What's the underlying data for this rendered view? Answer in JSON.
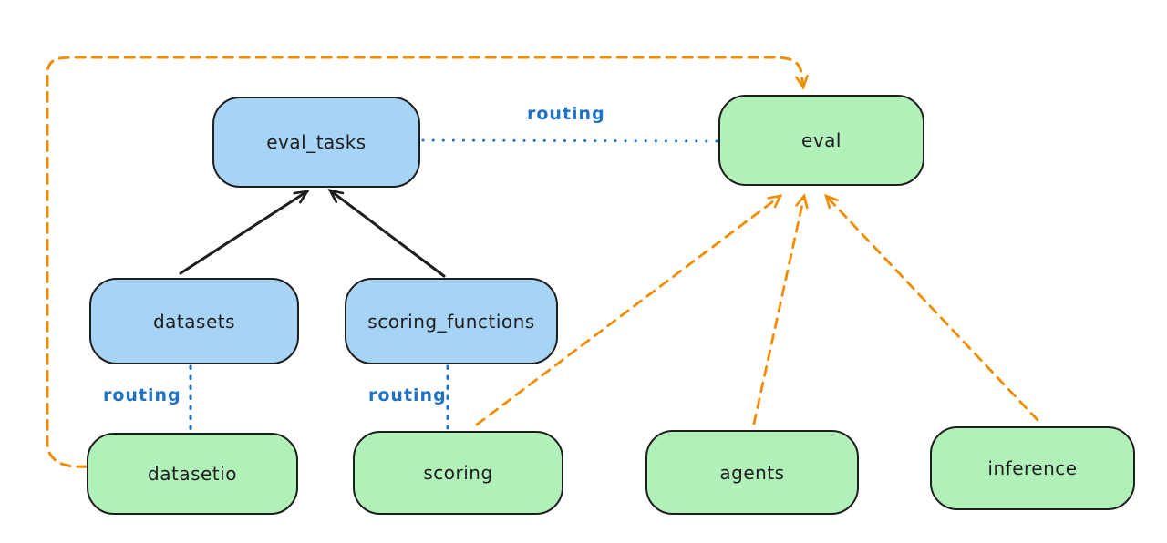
{
  "diagram": {
    "background": "#ffffff",
    "colors": {
      "node_border": "#1e1e1e",
      "blue_node_fill": "#a7d3f5",
      "green_node_fill": "#b2f0ba",
      "routing_line_blue": "#1f72c5",
      "provider_arrow_orange": "#f08c00",
      "dependency_arrow_black": "#1e1e1e"
    },
    "nodes": [
      {
        "id": "eval_tasks",
        "label": "eval_tasks",
        "color": "blue"
      },
      {
        "id": "eval",
        "label": "eval",
        "color": "green"
      },
      {
        "id": "datasets",
        "label": "datasets",
        "color": "blue"
      },
      {
        "id": "scoring_functions",
        "label": "scoring_functions",
        "color": "blue"
      },
      {
        "id": "datasetio",
        "label": "datasetio",
        "color": "green"
      },
      {
        "id": "scoring",
        "label": "scoring",
        "color": "green"
      },
      {
        "id": "agents",
        "label": "agents",
        "color": "green"
      },
      {
        "id": "inference",
        "label": "inference",
        "color": "green"
      }
    ],
    "edges": [
      {
        "from": "datasets",
        "to": "eval_tasks",
        "style": "solid",
        "color": "black",
        "arrow": true
      },
      {
        "from": "scoring_functions",
        "to": "eval_tasks",
        "style": "solid",
        "color": "black",
        "arrow": true
      },
      {
        "from": "eval_tasks",
        "to": "eval",
        "style": "dotted",
        "color": "blue",
        "arrow": false,
        "label": "routing"
      },
      {
        "from": "datasets",
        "to": "datasetio",
        "style": "dotted",
        "color": "blue",
        "arrow": false,
        "label": "routing"
      },
      {
        "from": "scoring_functions",
        "to": "scoring",
        "style": "dotted",
        "color": "blue",
        "arrow": false,
        "label": "routing"
      },
      {
        "from": "datasetio",
        "to": "eval",
        "style": "dashed",
        "color": "orange",
        "arrow": true,
        "route": "around-left-and-top"
      },
      {
        "from": "scoring",
        "to": "eval",
        "style": "dashed",
        "color": "orange",
        "arrow": true
      },
      {
        "from": "agents",
        "to": "eval",
        "style": "dashed",
        "color": "orange",
        "arrow": true
      },
      {
        "from": "inference",
        "to": "eval",
        "style": "dashed",
        "color": "orange",
        "arrow": true
      }
    ]
  }
}
